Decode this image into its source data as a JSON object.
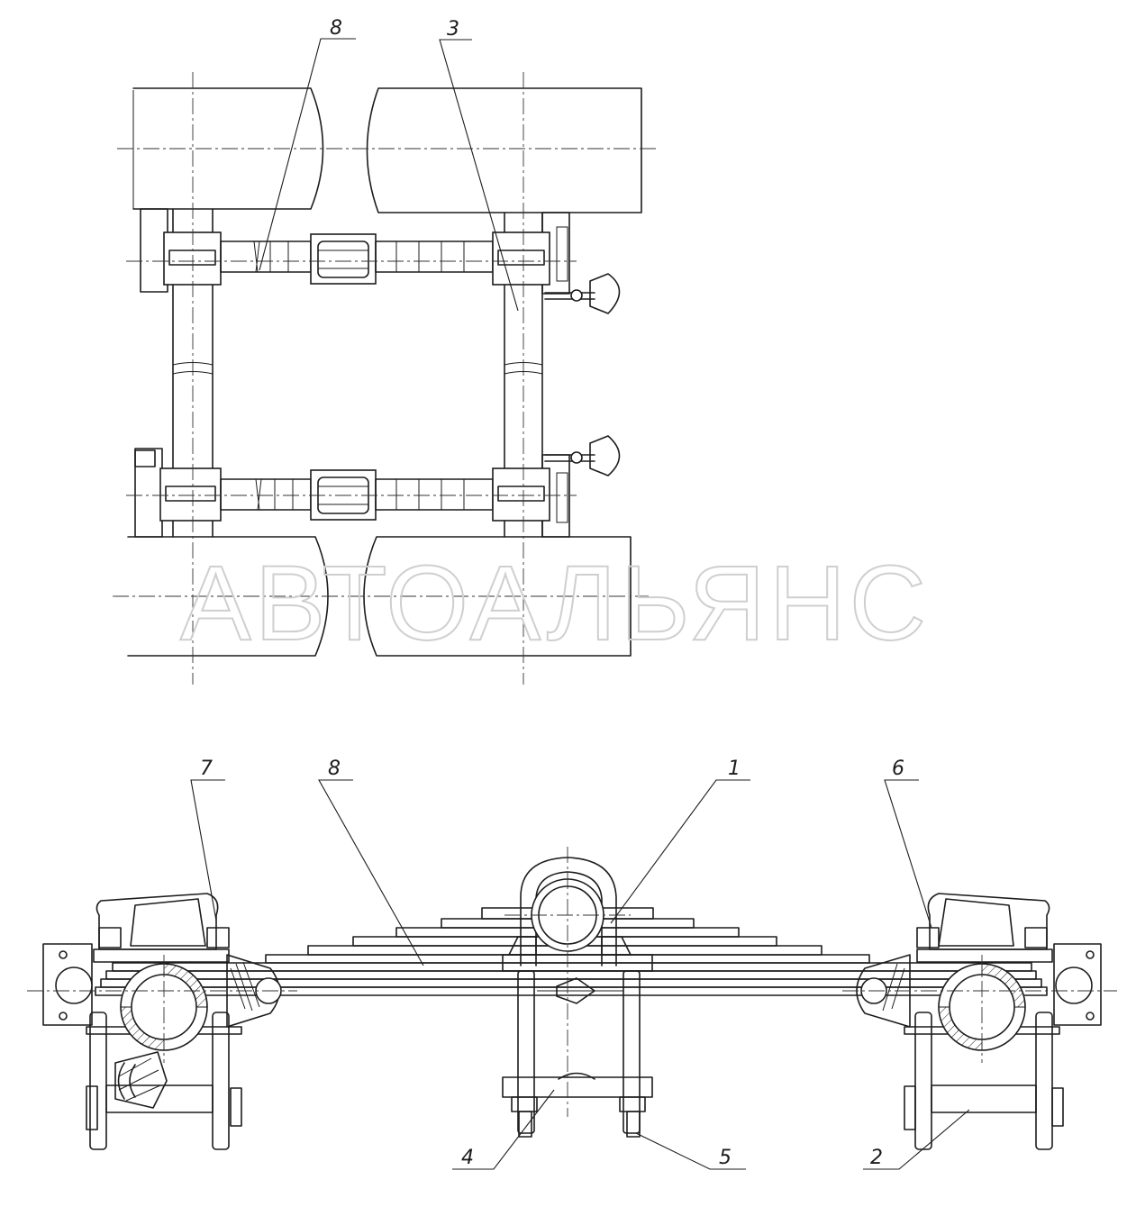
{
  "callouts": {
    "top_8": "8",
    "top_3": "3",
    "bottom_7": "7",
    "bottom_8": "8",
    "bottom_1": "1",
    "bottom_6": "6",
    "bottom_4": "4",
    "bottom_5": "5",
    "bottom_2": "2"
  },
  "watermark": "АВТОАЛЬЯНС"
}
